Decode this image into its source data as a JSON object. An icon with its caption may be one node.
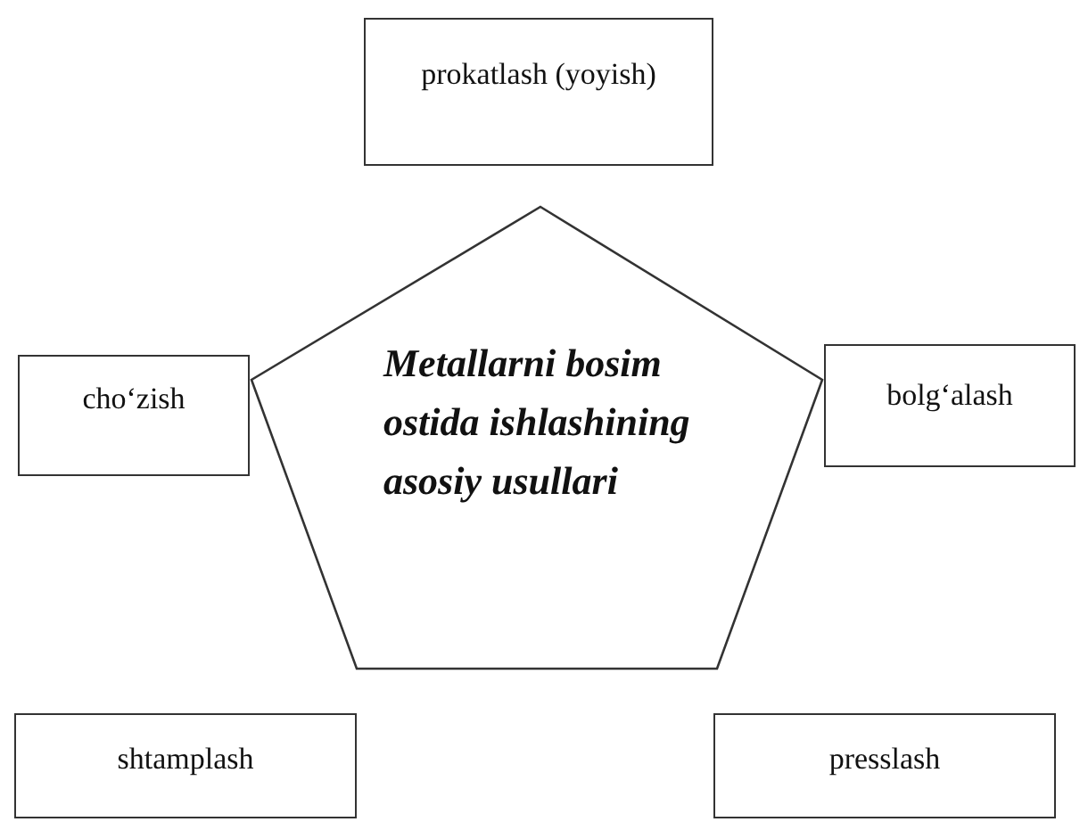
{
  "diagram": {
    "nodes": [
      {
        "text": [
          "prokatlash (yoyish)"
        ]
      },
      {
        "text": [
          "cho‘zish"
        ]
      },
      {
        "text": [
          "Metallarni bosim ostida ishlashining asosiy usullari"
        ]
      },
      {
        "text": [
          "bolg‘alash"
        ]
      },
      {
        "text": [
          "shtamplash"
        ]
      },
      {
        "text": [
          "presslash"
        ]
      }
    ]
  }
}
